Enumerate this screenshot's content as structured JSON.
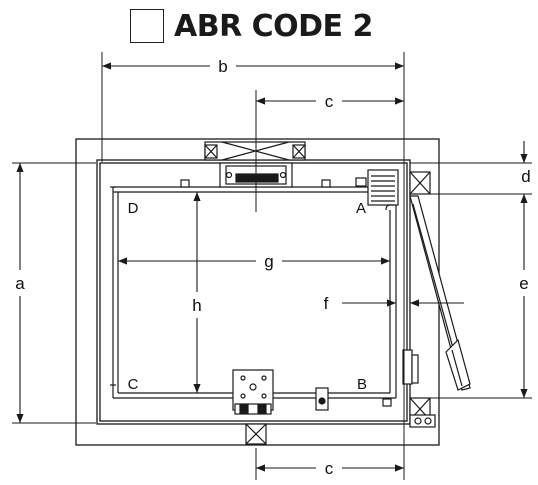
{
  "title": {
    "checkbox_icon": "checkbox-empty-icon",
    "text": "ABR CODE 2"
  },
  "dimensions": {
    "a": "a",
    "b": "b",
    "c_top": "c",
    "c_bottom": "c",
    "d": "d",
    "e": "e",
    "f": "f",
    "g": "g",
    "h": "h"
  },
  "corners": {
    "A": "A",
    "B": "B",
    "C": "C",
    "D": "D"
  },
  "colors": {
    "line": "#1a1a1a",
    "background": "#ffffff"
  }
}
